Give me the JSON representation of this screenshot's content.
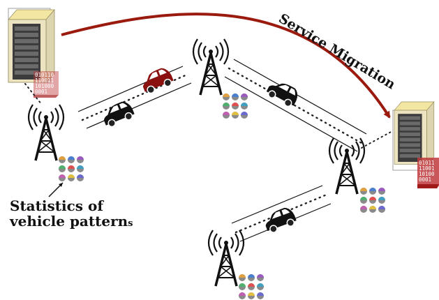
{
  "labels": {
    "service_migration": "Service Migration",
    "statistics_line1": "Statistics of",
    "statistics_line2": "vehicle pattern",
    "statistics_suffix": "s"
  },
  "server_binary": {
    "left": [
      "010110",
      "110011",
      "101000",
      "0001"
    ],
    "right": [
      "01011",
      "11001",
      "10100",
      "0001"
    ]
  },
  "colors": {
    "arrow": "#9a1a0e",
    "car_red": "#8b1111",
    "car_black": "#111111",
    "data_red": "#c0393c",
    "data_red_dark": "#a01a1a",
    "server_top": "#f3e6a3",
    "server_side": "#ddd5b0",
    "server_front": "#3c3c3c"
  },
  "icons": [
    "server-icon",
    "cell-tower-icon",
    "car-icon",
    "data-tile-icon"
  ]
}
